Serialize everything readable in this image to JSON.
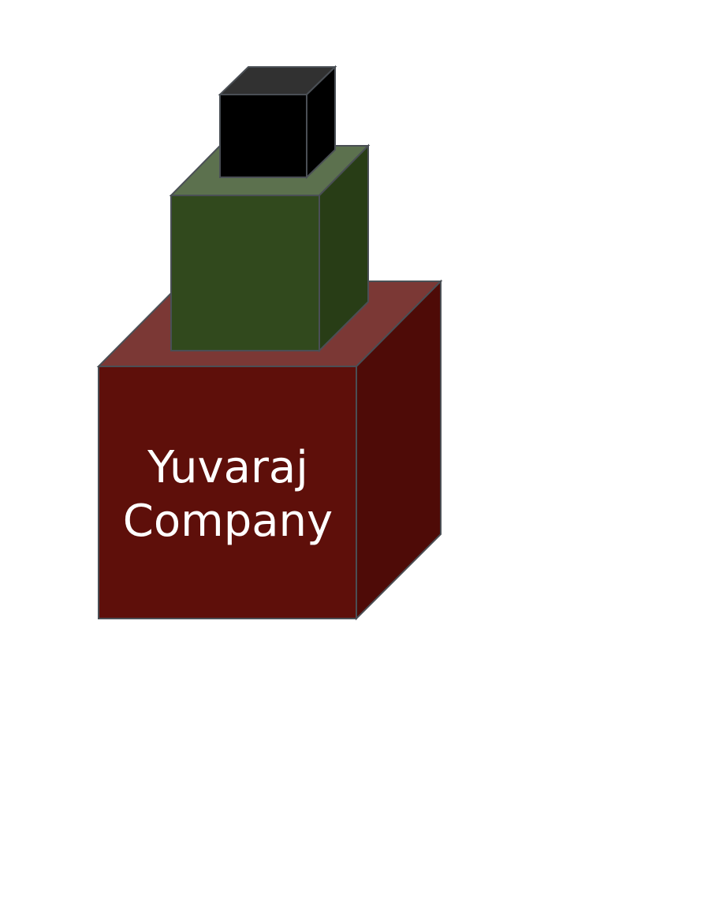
{
  "diagram": {
    "label_lines": [
      "Yuvaraj",
      "Company"
    ],
    "cubes": [
      {
        "name": "bottom-cube",
        "colors": {
          "front": "#5e0f0a",
          "top": "#7b3835",
          "side": "#4e0b07"
        }
      },
      {
        "name": "middle-cube",
        "colors": {
          "front": "#31491d",
          "top": "#5c714e",
          "side": "#283d16"
        }
      },
      {
        "name": "top-cube",
        "colors": {
          "front": "#000000",
          "top": "#313131",
          "side": "#000000"
        }
      }
    ]
  }
}
